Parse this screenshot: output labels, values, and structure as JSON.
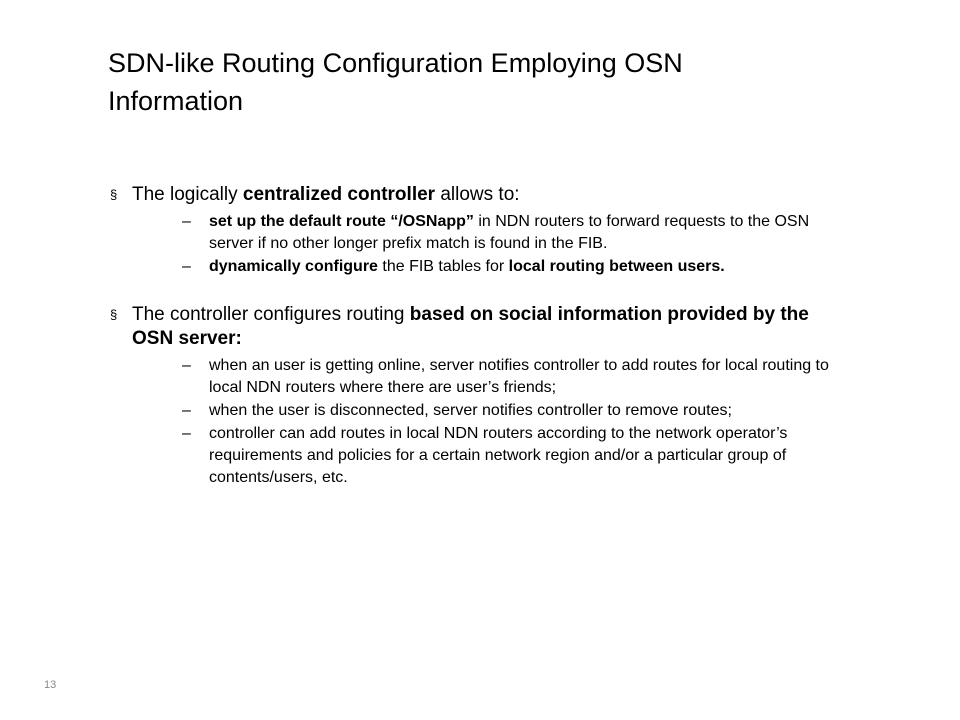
{
  "slide": {
    "title_line1": "SDN-like Routing Configuration Employing OSN",
    "title_line2": "Information",
    "bullets": [
      {
        "marker": "§",
        "segments": [
          "The logically ",
          "centralized controller",
          " allows to:"
        ],
        "subitems": [
          {
            "dash": "–",
            "segments": [
              "set up the default route “/OSNapp”",
              " in NDN routers to forward requests to the OSN server if no other longer prefix match is found in the FIB."
            ]
          },
          {
            "dash": "–",
            "segments": [
              "dynamically configure",
              " the FIB tables for ",
              "local routing between users."
            ]
          }
        ]
      },
      {
        "marker": "§",
        "segments": [
          "The controller configures routing ",
          "based on social information provided by the OSN server:"
        ],
        "subitems": [
          {
            "dash": "–",
            "text": "when an user is getting online, server notifies controller to add routes for local routing to local NDN routers where there are user’s friends;"
          },
          {
            "dash": "–",
            "text": "when the user is disconnected, server notifies controller to remove routes;"
          },
          {
            "dash": "–",
            "text": "controller can add routes in local NDN routers according to the network operator’s requirements and policies for a certain network region and/or a particular group of contents/users, etc."
          }
        ]
      }
    ],
    "page_number": "13"
  }
}
